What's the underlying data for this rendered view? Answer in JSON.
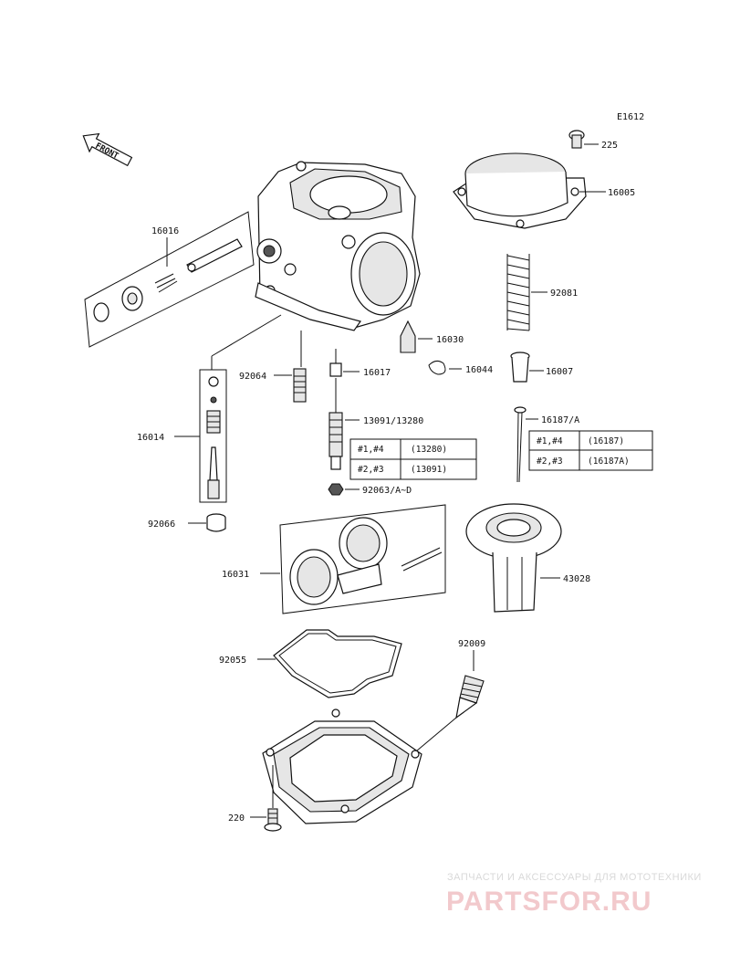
{
  "diagram_code": "E1612",
  "front_label": "FRONT",
  "labels": {
    "p225": "225",
    "p16005": "16005",
    "p16016": "16016",
    "p92081": "92081",
    "p16030": "16030",
    "p92064": "92064",
    "p16017": "16017",
    "p16044": "16044",
    "p16007": "16007",
    "p13091": "13091/13280",
    "p16187": "16187/A",
    "p16014": "16014",
    "p92063": "92063/A~D",
    "p92066": "92066",
    "p16031": "16031",
    "p43028": "43028",
    "p92009": "92009",
    "p92055": "92055",
    "p220": "220"
  },
  "table_jet": [
    {
      "cyl": "#1,#4",
      "part": "(13280)"
    },
    {
      "cyl": "#2,#3",
      "part": "(13091)"
    }
  ],
  "table_needle": [
    {
      "cyl": "#1,#4",
      "part": "(16187)"
    },
    {
      "cyl": "#2,#3",
      "part": "(16187A)"
    }
  ],
  "watermark": {
    "line1": "ЗАПЧАСТИ И АКСЕССУАРЫ ДЛЯ МОТОТЕХНИКИ",
    "line2": "PARTSFOR.RU"
  }
}
